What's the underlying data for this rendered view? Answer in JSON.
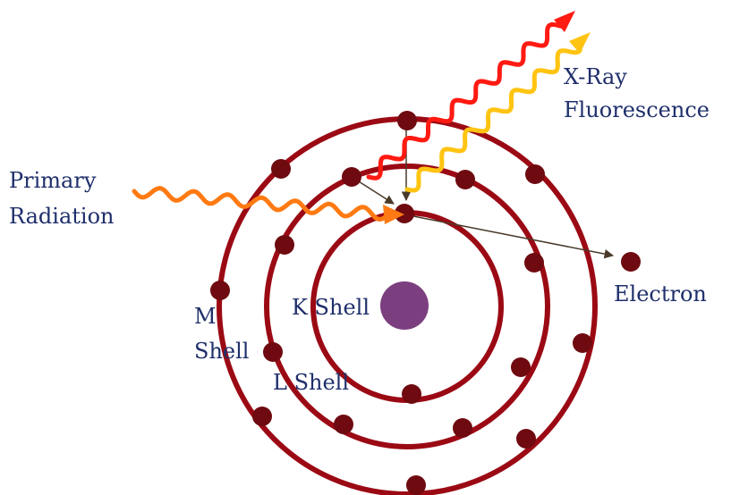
{
  "labels": {
    "primary": [
      "Primary",
      "Radiation"
    ],
    "xray": [
      "X-Ray",
      "Fluorescence"
    ],
    "electron": "Electron",
    "k_shell": "K Shell",
    "m_shell": [
      "M",
      "Shell"
    ],
    "l_shell": "L Shell"
  },
  "colors": {
    "shell": "#9b0a14",
    "electron": "#6e0a10",
    "nucleus": "#7b3f80",
    "label": "#1f2f6b",
    "arrow": "#4a3a2a",
    "primary_wave": "#ff7a12",
    "xray_red": "#ff1a12",
    "xray_yellow": "#ffc412"
  }
}
